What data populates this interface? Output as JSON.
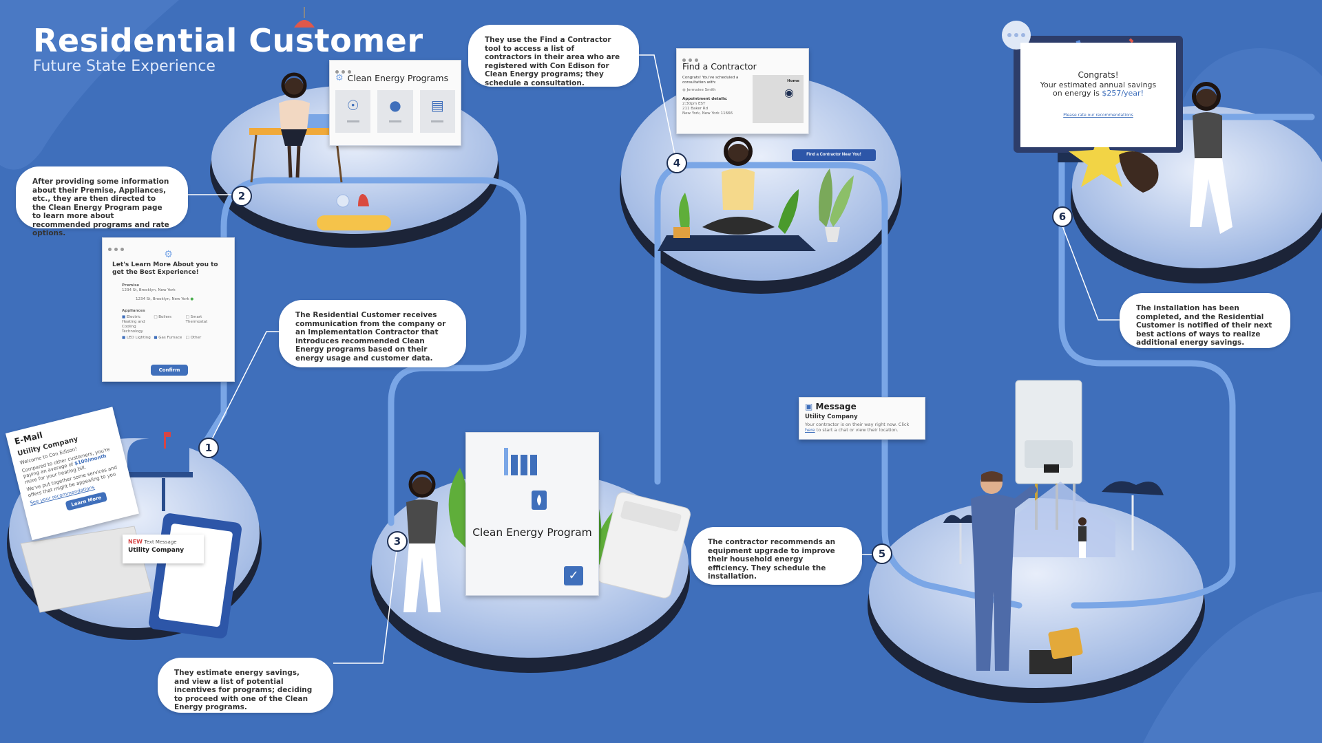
{
  "header": {
    "title": "Residential Customer",
    "subtitle": "Future State Experience"
  },
  "steps": [
    "1",
    "2",
    "3",
    "4",
    "5",
    "6"
  ],
  "callouts": {
    "step1": "The Residential Customer receives communication from  the company or an Implementation Contractor that introduces recommended Clean Energy programs based on their energy usage and customer data.",
    "step2": "After providing some information about their Premise, Appliances, etc., they are then directed to the Clean Energy Program page to learn more about recommended programs and rate options.",
    "step3": "They estimate energy savings, and view a list of potential incentives for programs; deciding to proceed with one of the Clean Energy programs.",
    "step4": "They use the Find a Contractor tool to access a list of contractors in their area who are registered with Con Edison for Clean Energy programs; they schedule a consultation.",
    "step5": "The contractor recommends an equipment upgrade to improve their household energy efficiency. They schedule the installation.",
    "step6": "The installation has been completed, and the Residential Customer is notified of their next best actions of ways to realize additional energy savings."
  },
  "email": {
    "label": "E-Mail",
    "sender": "Utility Company",
    "line1": "Welcome to Con Edison!",
    "line2a": "Compared to other customers, you're paying an average of ",
    "amount": "$100/month",
    "line2b": " more for your heating bill.",
    "line3": "We've put together some services and offers that might be appealing to you",
    "link": "See your recommendations",
    "button": "Learn More"
  },
  "text_message": {
    "new": "NEW",
    "label": "Text Message",
    "sender": "Utility Company"
  },
  "learn_form": {
    "heading": "Let's Learn More About you to get the Best Experience!",
    "premise_label": "Premise",
    "premise_value": "1234 St, Brooklyn, New York",
    "premise_option": "1234 St, Brooklyn, New York",
    "appliances_label": "Appliances",
    "appliances": [
      "Electric Heating and Cooling Technology",
      "Boilers",
      "Smart Thermostat",
      "LED Lighting",
      "Gas Furnace",
      "Other"
    ],
    "confirm": "Confirm"
  },
  "programs_window": {
    "title": "Clean Energy Programs"
  },
  "clean_card": {
    "title": "Clean Energy Program"
  },
  "contractor_window": {
    "title": "Find a Contractor",
    "text": "Congrats! You've scheduled a consultation with:",
    "name": "Jermaine Smith",
    "details_label": "Appointment details:",
    "time": "2:30pm EST",
    "address1": "211 Baker Rd",
    "address2": "New York, New York 11666",
    "map_label": "Home",
    "button": "Find a Contractor Near You!"
  },
  "message": {
    "title": "Message",
    "sender": "Utility Company",
    "text": "Your contractor is on their way right now. Click ",
    "link": "here",
    "text2": " to start a chat or view their location."
  },
  "congrats": {
    "title": "Congrats!",
    "line1": "Your estimated annual savings",
    "line2": "on energy is ",
    "amount": "$257/year!",
    "link": "Please rate our recommendations"
  },
  "colors": {
    "background": "#3f6fbb",
    "path": "#7aa6e6",
    "platform_dark": "#1c2438",
    "accent": "#3f6fbb"
  }
}
